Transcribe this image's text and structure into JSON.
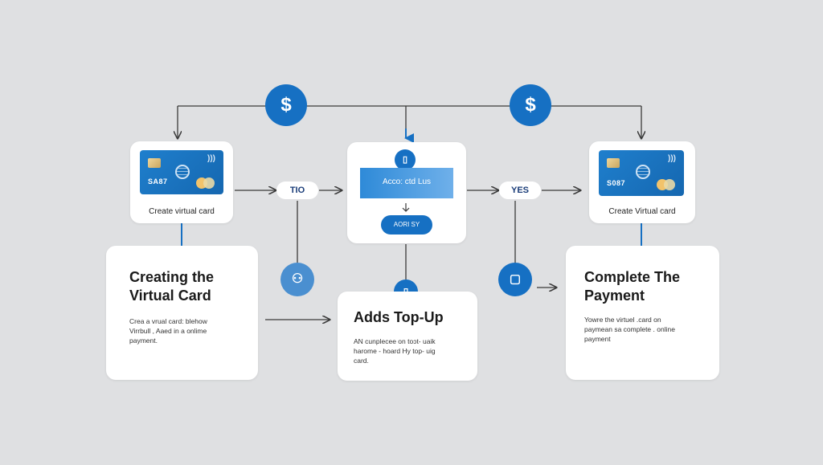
{
  "top_icons": [
    {
      "symbol": "$"
    },
    {
      "symbol": "$"
    }
  ],
  "cards": {
    "left": {
      "number": "SA87",
      "label": "Create virtual card"
    },
    "right": {
      "number": "S087",
      "label": "Create Virtual card"
    }
  },
  "center_panel": {
    "field_text": "Acco: ctd Lus",
    "button_label": "AORI SY"
  },
  "decisions": {
    "no_label": "TIO",
    "yes_label": "YES"
  },
  "steps": [
    {
      "title_line1": "Creating the",
      "title_line2": "Virtual Card",
      "desc_line1": "Crea a vrual card: blehow",
      "desc_line2": "Virrbull , Aaed in a onlime",
      "desc_line3": "payment."
    },
    {
      "title": "Adds Top-Up",
      "desc_line1": "AN cunplecee on toɔt- uaik",
      "desc_line2": "harome - hoard Hy top- uig",
      "desc_line3": "card."
    },
    {
      "title_line1": "Complete The",
      "title_line2": "Payment",
      "desc_line1": "Yowre the virtuel .card on",
      "desc_line2": "paymean sa complete . online",
      "desc_line3": "payment"
    }
  ],
  "colors": {
    "accent": "#1670c3",
    "background": "#dfe0e2",
    "connector": "#3a3a3a"
  }
}
